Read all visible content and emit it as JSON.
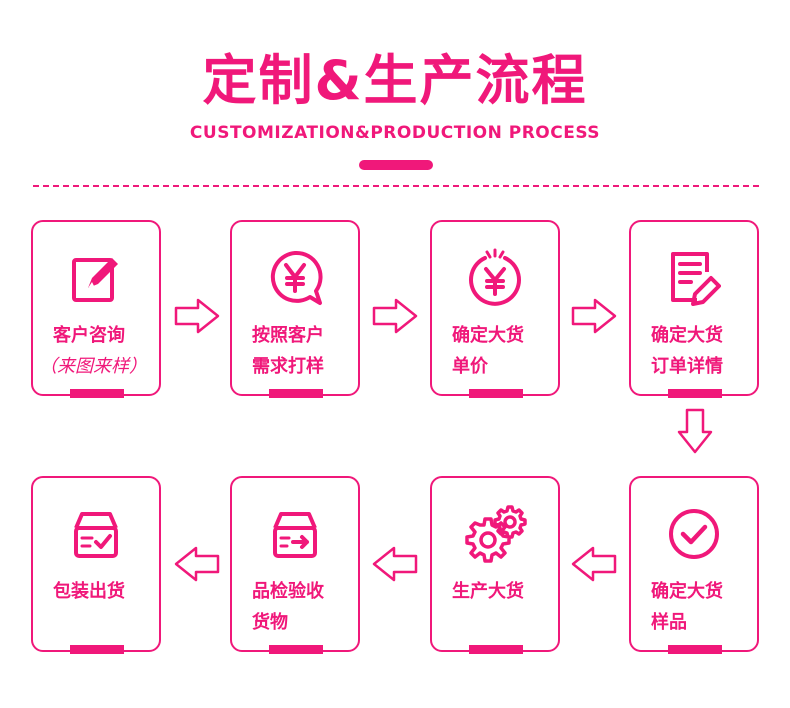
{
  "header": {
    "title": "定制&生产流程",
    "subtitle": "CUSTOMIZATION&PRODUCTION PROCESS"
  },
  "colors": {
    "accent": "#f0187a"
  },
  "steps": [
    {
      "line1": "客户咨询",
      "line2": "（来图来样）",
      "icon": "edit-note-icon"
    },
    {
      "line1": "按照客户",
      "line2": "需求打样",
      "icon": "yuan-chat-bubble-icon"
    },
    {
      "line1": "确定大货",
      "line2": "单价",
      "icon": "yuan-coin-icon"
    },
    {
      "line1": "确定大货",
      "line2": "订单详情",
      "icon": "order-document-icon"
    },
    {
      "line1": "确定大货",
      "line2": "样品",
      "icon": "check-circle-icon"
    },
    {
      "line1": "生产大货",
      "line2": "",
      "icon": "gears-icon"
    },
    {
      "line1": "品检验收",
      "line2": "货物",
      "icon": "box-arrow-icon"
    },
    {
      "line1": "包装出货",
      "line2": "",
      "icon": "box-check-icon"
    }
  ]
}
